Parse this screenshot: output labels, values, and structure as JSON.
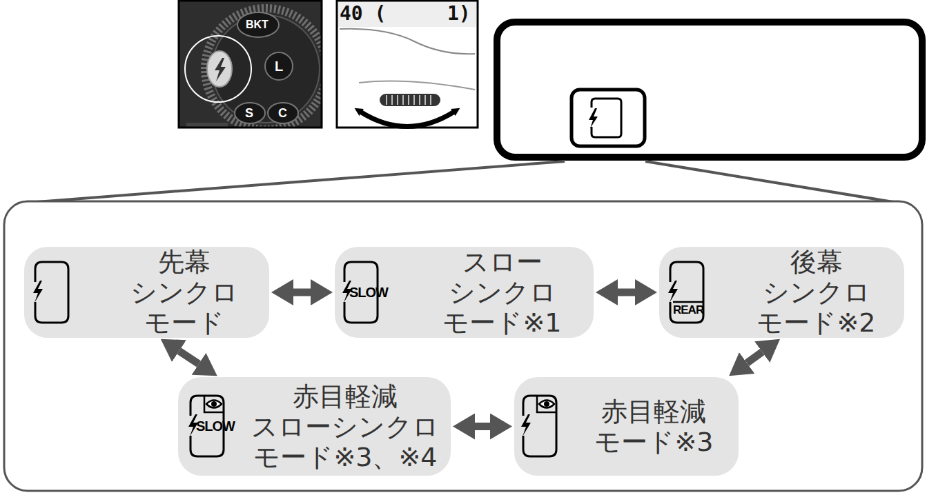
{
  "diagram": {
    "nodes": [
      {
        "text": [
          "先幕 シンクロ モード"
        ]
      },
      {
        "text": [
          "SLOW",
          "スロー シンクロ モード※1"
        ]
      },
      {
        "text": [
          "REAR",
          "後幕 シンクロ モード※2"
        ]
      },
      {
        "text": [
          "SLOW",
          "赤目軽減 スローシンクロ モード※3、※4"
        ]
      },
      {
        "text": [
          "赤目軽減 モード※3"
        ]
      }
    ],
    "edges": [
      {
        "from": 0,
        "to": 1,
        "arrow": "both"
      },
      {
        "from": 1,
        "to": 2,
        "arrow": "both"
      },
      {
        "from": 0,
        "to": 3,
        "arrow": "both"
      },
      {
        "from": 2,
        "to": 4,
        "arrow": "both"
      },
      {
        "from": 3,
        "to": 4,
        "arrow": "both"
      }
    ],
    "labels": [
      "BKT",
      "L",
      "S",
      "C",
      "40 (",
      "1)"
    ]
  }
}
